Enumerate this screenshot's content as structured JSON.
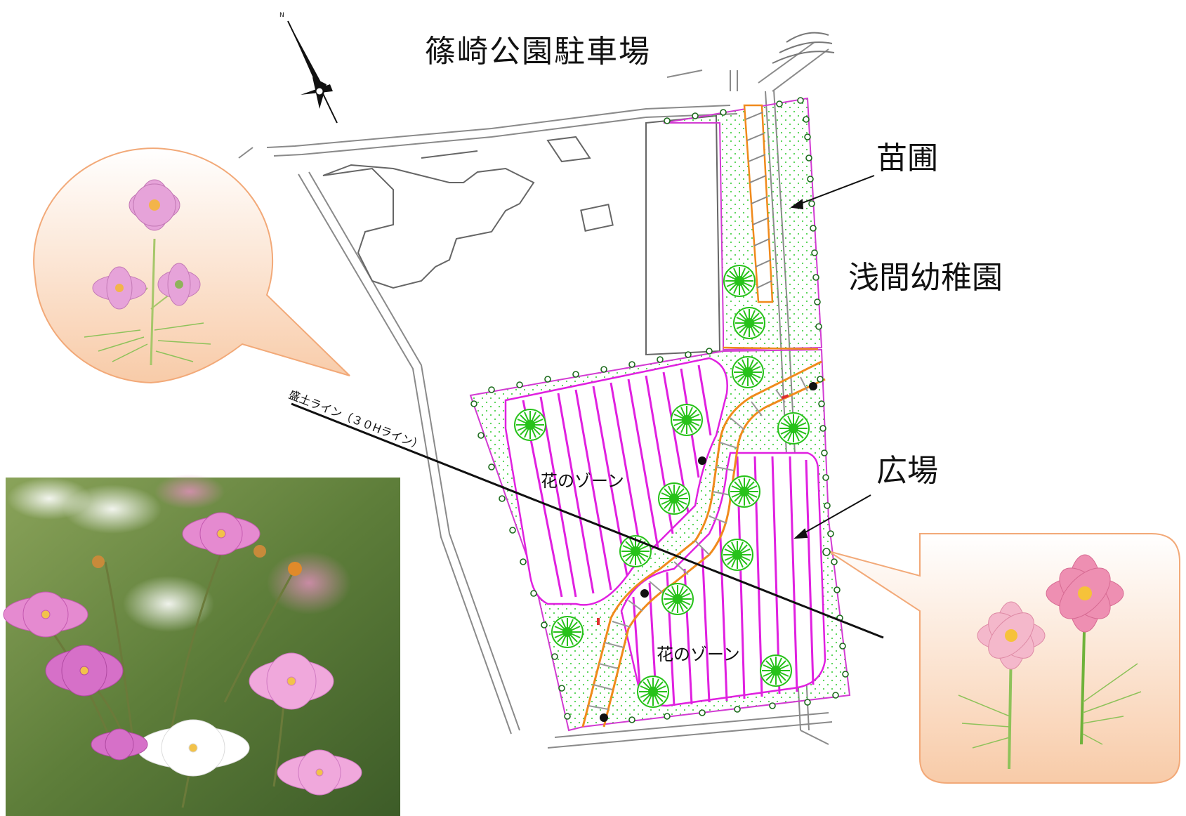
{
  "labels": {
    "parking": "篠崎公園駐車場",
    "nursery": "苗圃",
    "kindergarten": "浅間幼稚園",
    "plaza": "広場",
    "flower_zone_1": "花のゾーン",
    "flower_zone_2": "花のゾーン",
    "fill_line": "盛土ライン（３０Hライン）"
  },
  "compass": {
    "north_mark": "N"
  },
  "colors": {
    "magenta": "#e020e0",
    "orange": "#f08a1c",
    "tree_green": "#27c21a",
    "dot_green": "#4ed14e",
    "callout_fill": "#fbd8c0",
    "callout_stroke": "#f2a978"
  }
}
